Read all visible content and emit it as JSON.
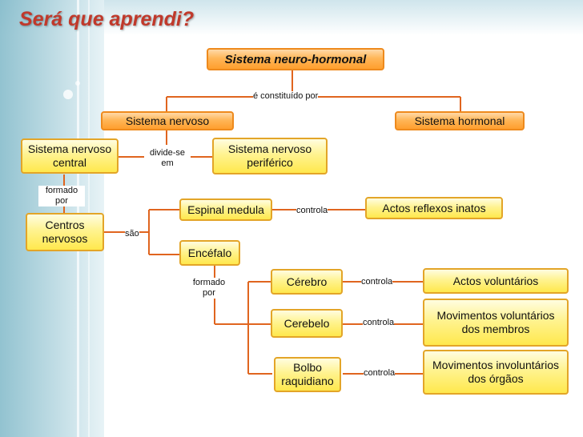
{
  "title": "Será que aprendi?",
  "nodes": {
    "root": "Sistema neuro-hormonal",
    "sistema_nervoso": "Sistema nervoso",
    "sistema_hormonal": "Sistema hormonal",
    "snc": "Sistema nervoso central",
    "snp": "Sistema nervoso periférico",
    "centros": "Centros nervosos",
    "espinal": "Espinal medula",
    "encefalo": "Encéfalo",
    "actos_reflexos": "Actos reflexos inatos",
    "cerebro": "Cérebro",
    "cerebelo": "Cerebelo",
    "bolbo": "Bolbo raquidiano",
    "actos_voluntarios": "Actos voluntários",
    "mov_voluntarios": "Movimentos voluntários dos membros",
    "mov_involuntarios": "Movimentos involuntários dos órgãos"
  },
  "links": {
    "constituido": "é constituído por",
    "divide": "divide-se em",
    "formado1": "formado por",
    "sao": "são",
    "controla1": "controla",
    "formado2": "formado por",
    "controla2": "controla",
    "controla3": "controla",
    "controla4": "controla"
  },
  "colors": {
    "connector": "#e0651f",
    "title": "#c0392b",
    "box_border": "#e3a528",
    "accent_box": "#ffb658"
  }
}
